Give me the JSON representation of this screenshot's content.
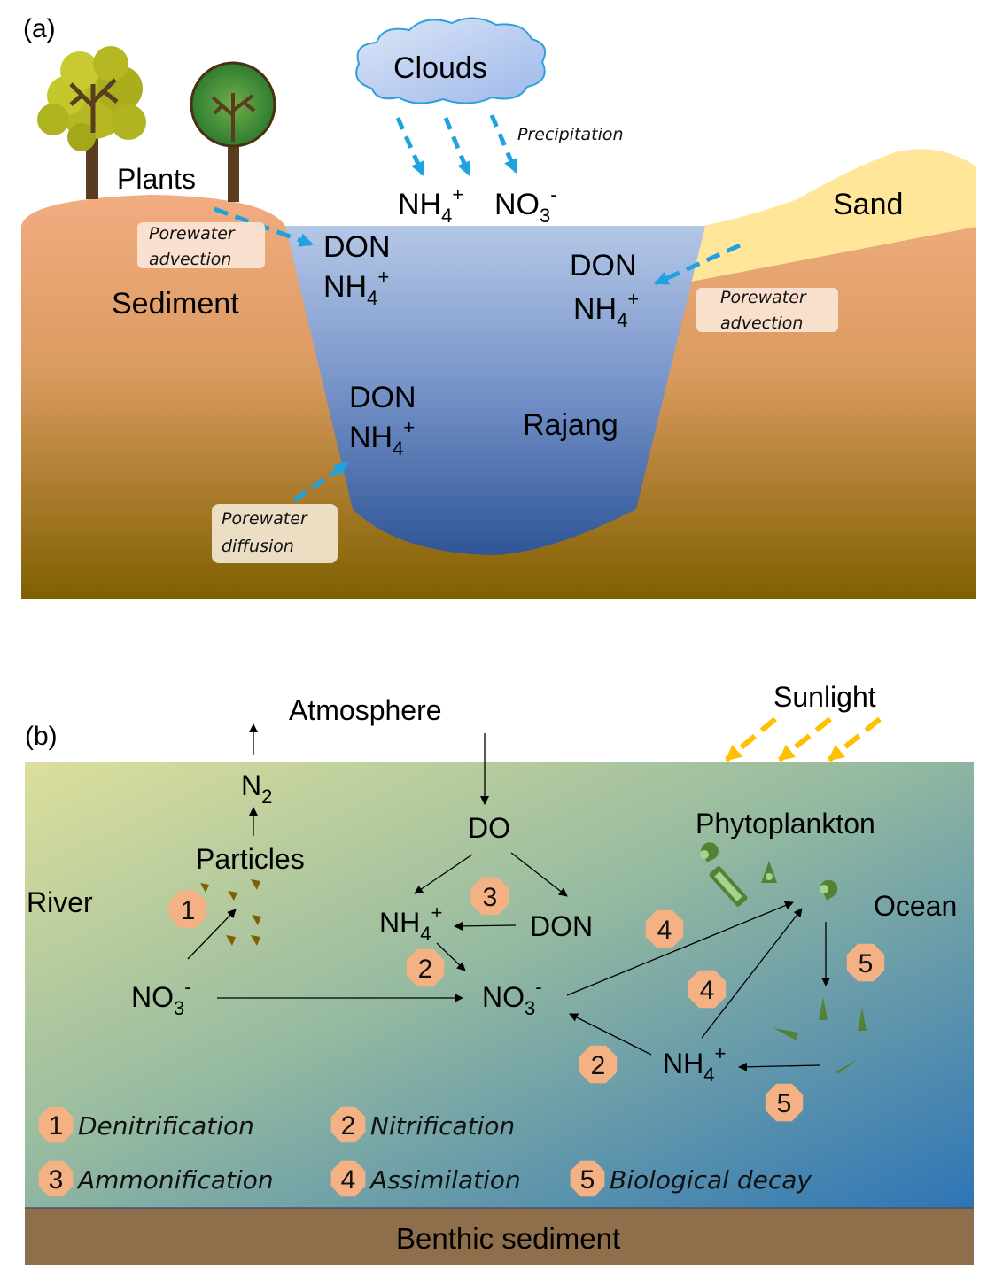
{
  "panel_a": {
    "label": "(a)",
    "clouds": "Clouds",
    "precipitation": "Precipitation",
    "precip_species": [
      {
        "base": "NH",
        "sub": "4",
        "sup": "+"
      },
      {
        "base": "NO",
        "sub": "3",
        "sup": "-"
      }
    ],
    "plants": "Plants",
    "sand": "Sand",
    "sediment": "Sediment",
    "river_name": "Rajang",
    "porewater_left": [
      "Porewater",
      "advection"
    ],
    "porewater_right": [
      "Porewater",
      "advection"
    ],
    "porewater_bottom": [
      "Porewater",
      "diffusion"
    ],
    "species_left": {
      "don": "DON",
      "nh4": {
        "base": "NH",
        "sub": "4",
        "sup": "+"
      }
    },
    "species_right": {
      "don": "DON",
      "nh4": {
        "base": "NH",
        "sub": "4",
        "sup": "+"
      }
    },
    "species_bottom": {
      "don": "DON",
      "nh4": {
        "base": "NH",
        "sub": "4",
        "sup": "+"
      }
    },
    "colors": {
      "water_top": "#b4c7e7",
      "water_bottom": "#2f5597",
      "sediment_top": "#f4b183",
      "sediment_bottom": "#7f6000",
      "sand": "#ffe699",
      "arrow": "#1fa3e0"
    }
  },
  "panel_b": {
    "label": "(b)",
    "atmosphere": "Atmosphere",
    "sunlight": "Sunlight",
    "river": "River",
    "ocean": "Ocean",
    "phytoplankton": "Phytoplankton",
    "particles": "Particles",
    "n2": {
      "base": "N",
      "sub": "2"
    },
    "do": "DO",
    "don": "DON",
    "nh4_mid": {
      "base": "NH",
      "sub": "4",
      "sup": "+"
    },
    "nh4_right": {
      "base": "NH",
      "sub": "4",
      "sup": "+"
    },
    "no3_left": {
      "base": "NO",
      "sub": "3",
      "sup": "-"
    },
    "no3_mid": {
      "base": "NO",
      "sub": "3",
      "sup": "-"
    },
    "process_markers": [
      "1",
      "3",
      "2",
      "4",
      "4",
      "5",
      "2",
      "5"
    ],
    "legend": [
      {
        "num": "1",
        "label": "Denitrification"
      },
      {
        "num": "2",
        "label": "Nitrification"
      },
      {
        "num": "3",
        "label": "Ammonification"
      },
      {
        "num": "4",
        "label": "Assimilation"
      },
      {
        "num": "5",
        "label": "Biological decay"
      }
    ],
    "benthic": "Benthic sediment",
    "colors": {
      "water_left": "#d9dd9c",
      "water_right": "#2e75b6",
      "benthic": "#8f6e4c",
      "marker": "#f4b183",
      "sun_arrow": "#ffc000",
      "plankton": "#548235"
    }
  }
}
